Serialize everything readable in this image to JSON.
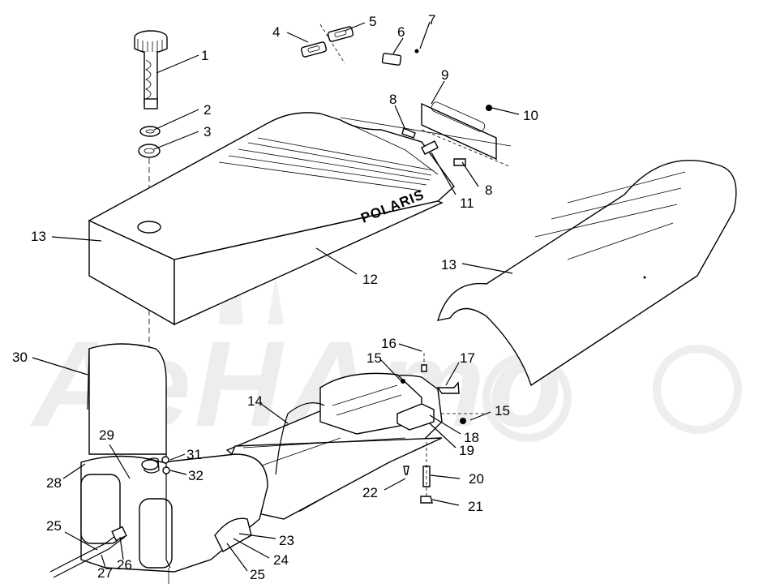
{
  "brand_label": "POLARIS",
  "watermark": "AeHAmo",
  "callouts": [
    "1",
    "2",
    "3",
    "4",
    "5",
    "6",
    "7",
    "8",
    "8",
    "9",
    "10",
    "11",
    "12",
    "13",
    "13",
    "14",
    "15",
    "15",
    "16",
    "17",
    "18",
    "19",
    "20",
    "21",
    "22",
    "23",
    "24",
    "25",
    "25",
    "26",
    "27",
    "28",
    "29",
    "30",
    "31",
    "32"
  ]
}
